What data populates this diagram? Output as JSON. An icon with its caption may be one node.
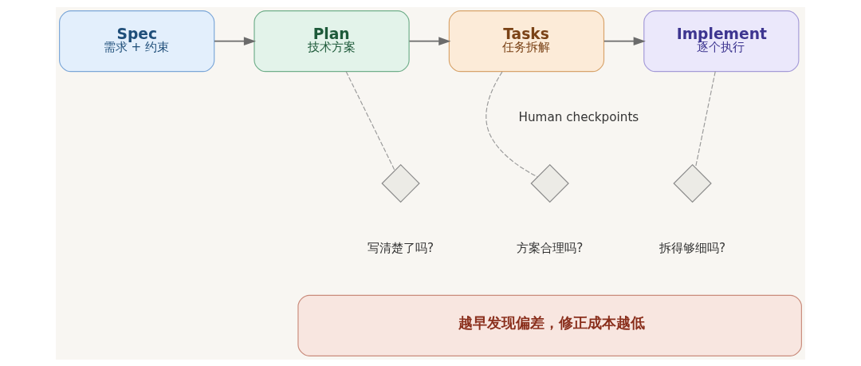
{
  "diagram": {
    "nodes": [
      {
        "text": [
          "Spec",
          "需求 + 约束"
        ]
      },
      {
        "text": [
          "Plan",
          "技术方案"
        ]
      },
      {
        "text": [
          "Tasks",
          "任务拆解"
        ]
      },
      {
        "text": [
          "Implement",
          "逐个执行"
        ]
      },
      {
        "text": [],
        "shape": "diamond",
        "beside": [
          "写清楚了吗?"
        ]
      },
      {
        "text": [],
        "shape": "diamond",
        "beside": [
          "方案合理吗?"
        ]
      },
      {
        "text": [],
        "shape": "diamond",
        "beside": [
          "拆得够细吗?"
        ]
      },
      {
        "text": [
          "越早发现偏差，修正成本越低"
        ]
      }
    ],
    "edges": [
      {
        "from": 0,
        "to": 1,
        "arrow": "to"
      },
      {
        "from": 1,
        "to": 2,
        "arrow": "to"
      },
      {
        "from": 2,
        "to": 3,
        "arrow": "to"
      },
      {
        "from": 1,
        "to": 4,
        "arrow": "none",
        "style": "dashed"
      },
      {
        "from": 2,
        "to": 5,
        "arrow": "none",
        "style": "dashed"
      },
      {
        "from": 3,
        "to": 6,
        "arrow": "none",
        "style": "dashed"
      }
    ],
    "labels": [
      "Human checkpoints"
    ]
  }
}
